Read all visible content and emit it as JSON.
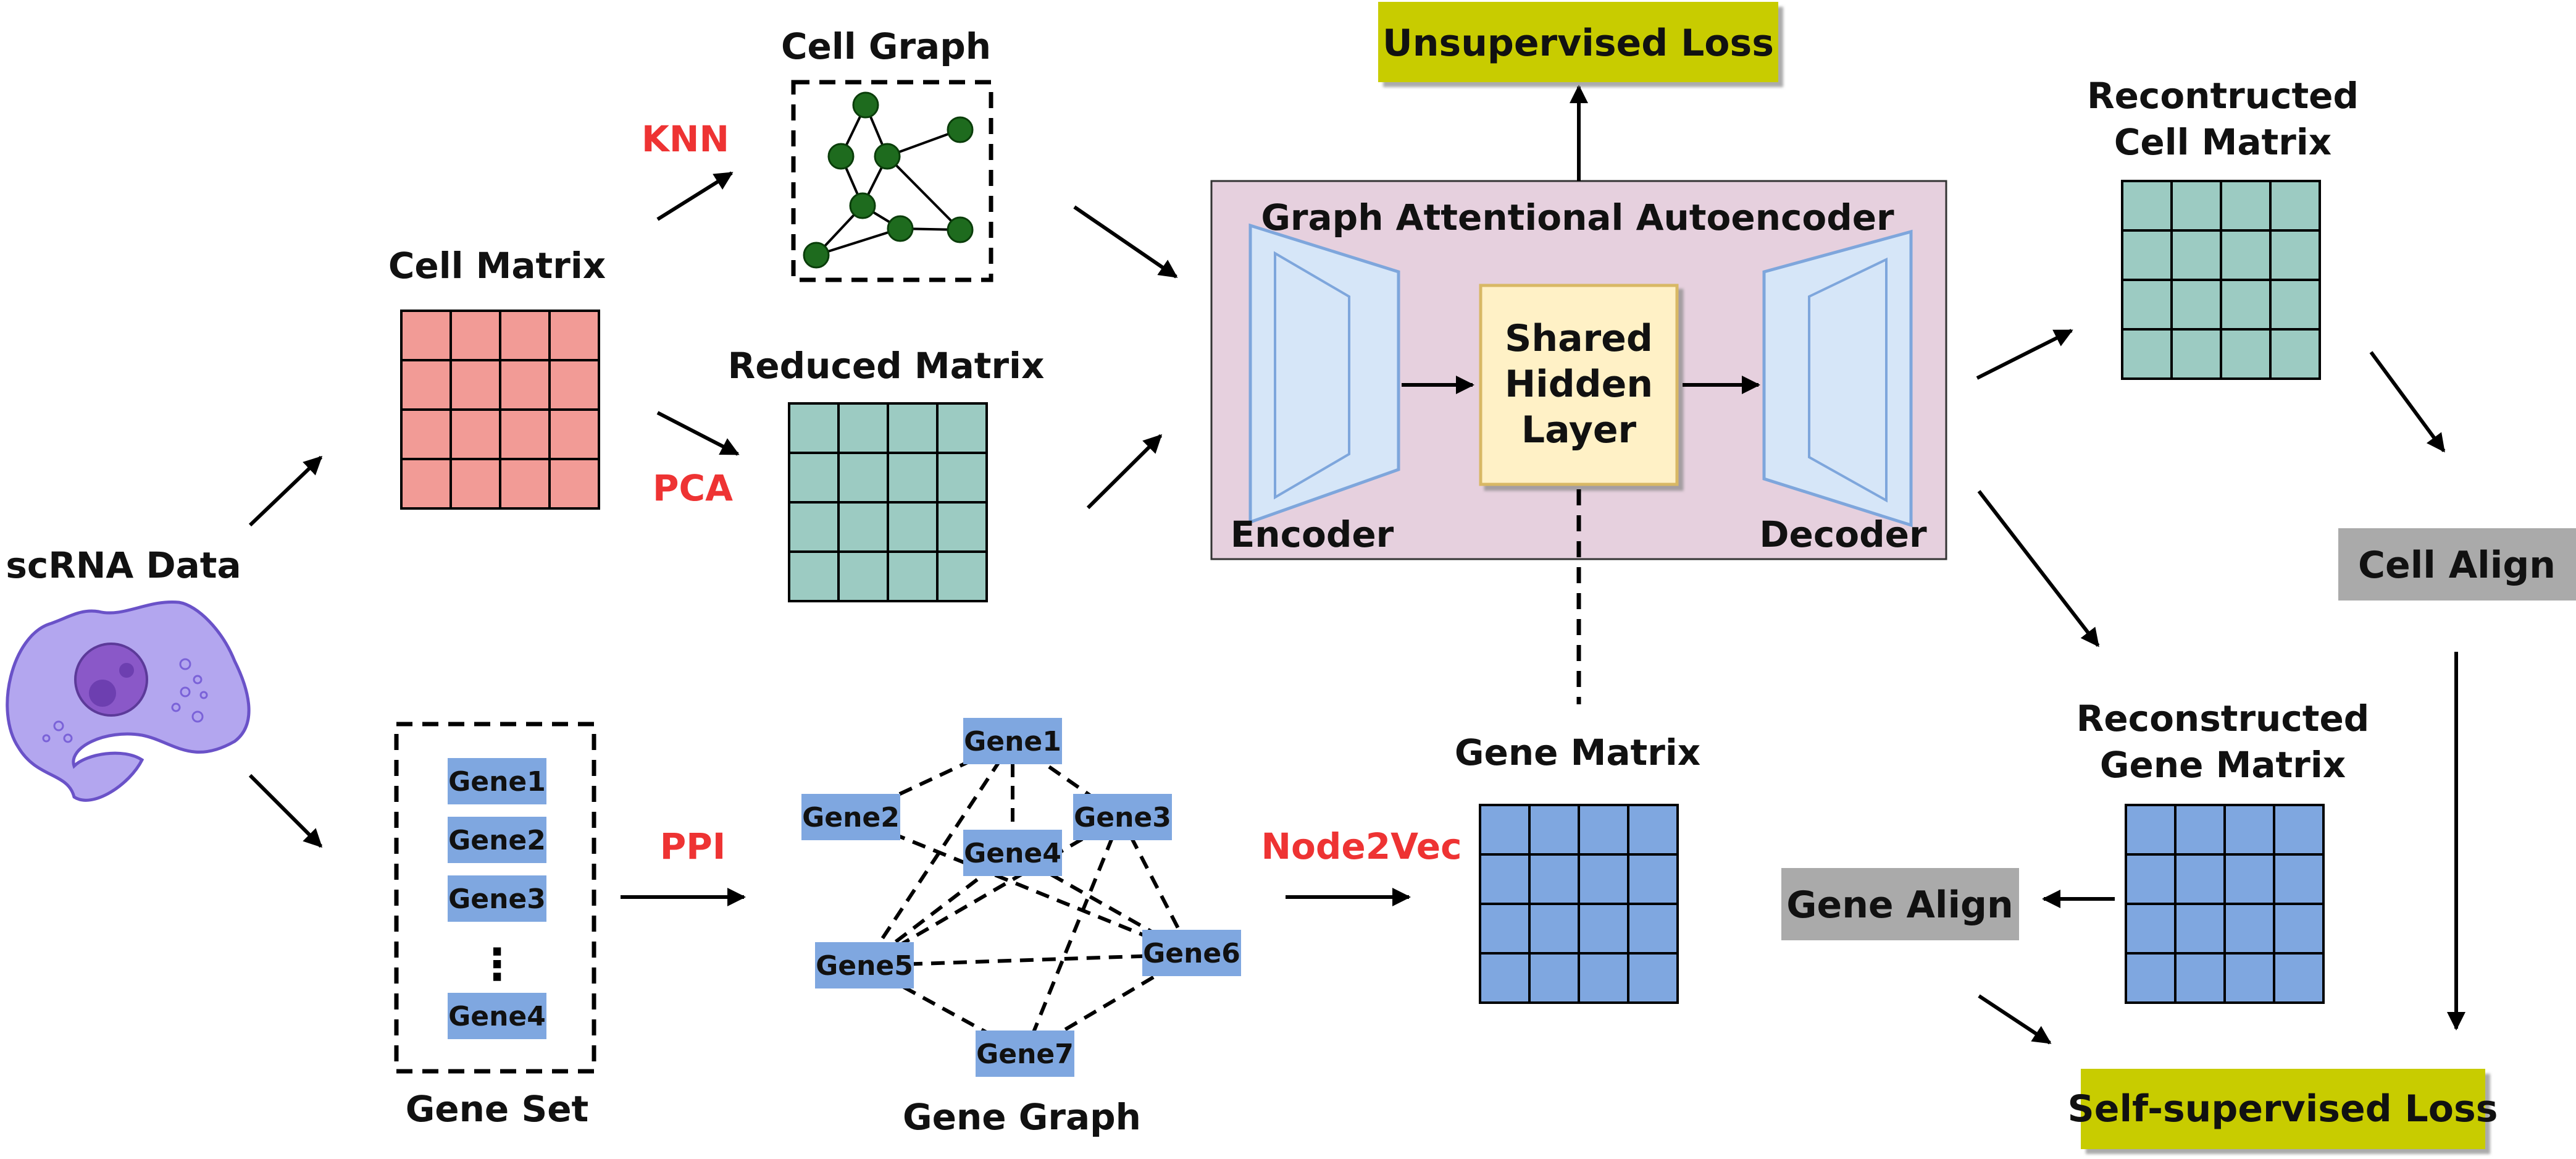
{
  "labels": {
    "scrna_data": "scRNA Data",
    "cell_matrix": "Cell Matrix",
    "cell_graph": "Cell Graph",
    "reduced_matrix": "Reduced Matrix",
    "gene_set": "Gene Set",
    "gene_graph": "Gene Graph",
    "gene_matrix": "Gene Matrix",
    "autoencoder_title": "Graph Attentional Autoencoder",
    "encoder": "Encoder",
    "decoder": "Decoder",
    "shared_hidden": [
      "Shared",
      "Hidden",
      "Layer"
    ],
    "reconstructed_cell": [
      "Recontructed",
      "Cell Matrix"
    ],
    "reconstructed_gene": [
      "Reconstructed",
      "Gene Matrix"
    ],
    "unsupervised_loss": "Unsupervised Loss",
    "self_supervised_loss": "Self-supervised Loss",
    "cell_align": "Cell Align",
    "gene_align": "Gene Align",
    "gene_set_dots": "⋮"
  },
  "methods": {
    "knn": "KNN",
    "pca": "PCA",
    "ppi": "PPI",
    "node2vec": "Node2Vec"
  },
  "gene_set_items": [
    "Gene1",
    "Gene2",
    "Gene3",
    "Gene4"
  ],
  "gene_graph_nodes": [
    "Gene1",
    "Gene2",
    "Gene3",
    "Gene4",
    "Gene5",
    "Gene6",
    "Gene7"
  ],
  "colors": {
    "cell_matrix": "#f29b96",
    "teal_matrix": "#9ccbc2",
    "blue_matrix": "#7fa7e0",
    "autoencoder_bg": "#e6d0de",
    "encoder_fill": "#d6e6f8",
    "encoder_stroke": "#7ea6dc",
    "hidden_fill": "#fff1c6",
    "hidden_stroke": "#d8b865",
    "loss_fill": "#c8cc00",
    "align_fill": "#aaaaaa",
    "method_text": "#ee3333",
    "graph_node": "#1e6b1e",
    "gene_node": "#7fa7e0",
    "cell_body": "#b3a6ef",
    "cell_nucleus": "#8a58c8"
  }
}
